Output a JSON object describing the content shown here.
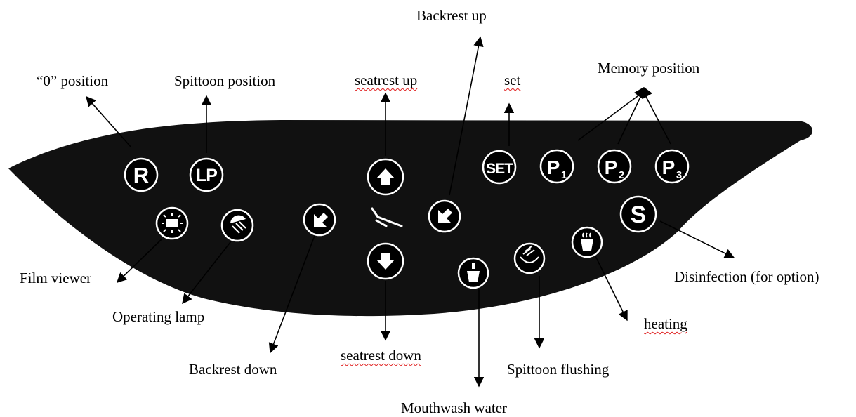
{
  "colors": {
    "panel": "#111111",
    "button_fill": "#000000",
    "button_ring": "#ffffff",
    "ink": "#000000",
    "spellcheck": "#e02020"
  },
  "labels": {
    "zero_position": "“0” position",
    "spittoon_position": "Spittoon position",
    "seatrest_up": "seatrest up",
    "backrest_up": "Backrest up",
    "set": "set",
    "memory_position": "Memory position",
    "film_viewer": "Film viewer",
    "operating_lamp": "Operating lamp",
    "backrest_down": "Backrest down",
    "seatrest_down": "seatrest down",
    "mouthwash_water": "Mouthwash water",
    "spittoon_flushing": "Spittoon flushing",
    "heating": "heating",
    "disinfection": "Disinfection (for option)"
  },
  "buttons": {
    "r": "R",
    "lp": "LP",
    "set": "SET",
    "p1": "P",
    "p1_sub": "1",
    "p2": "P",
    "p2_sub": "2",
    "p3": "P",
    "p3_sub": "3",
    "s": "S"
  },
  "icons": {
    "film_viewer": "film-viewer-icon",
    "operating_lamp": "operating-lamp-icon",
    "backrest_down": "arrow-down-left-icon",
    "seatrest_up": "arrow-up-icon",
    "seatrest_down": "arrow-down-icon",
    "backrest_up": "arrow-up-right-icon",
    "chair": "dental-chair-icon",
    "mouthwash": "cup-fill-icon",
    "spittoon_flush": "spittoon-flush-icon",
    "heating": "cup-heating-icon"
  }
}
